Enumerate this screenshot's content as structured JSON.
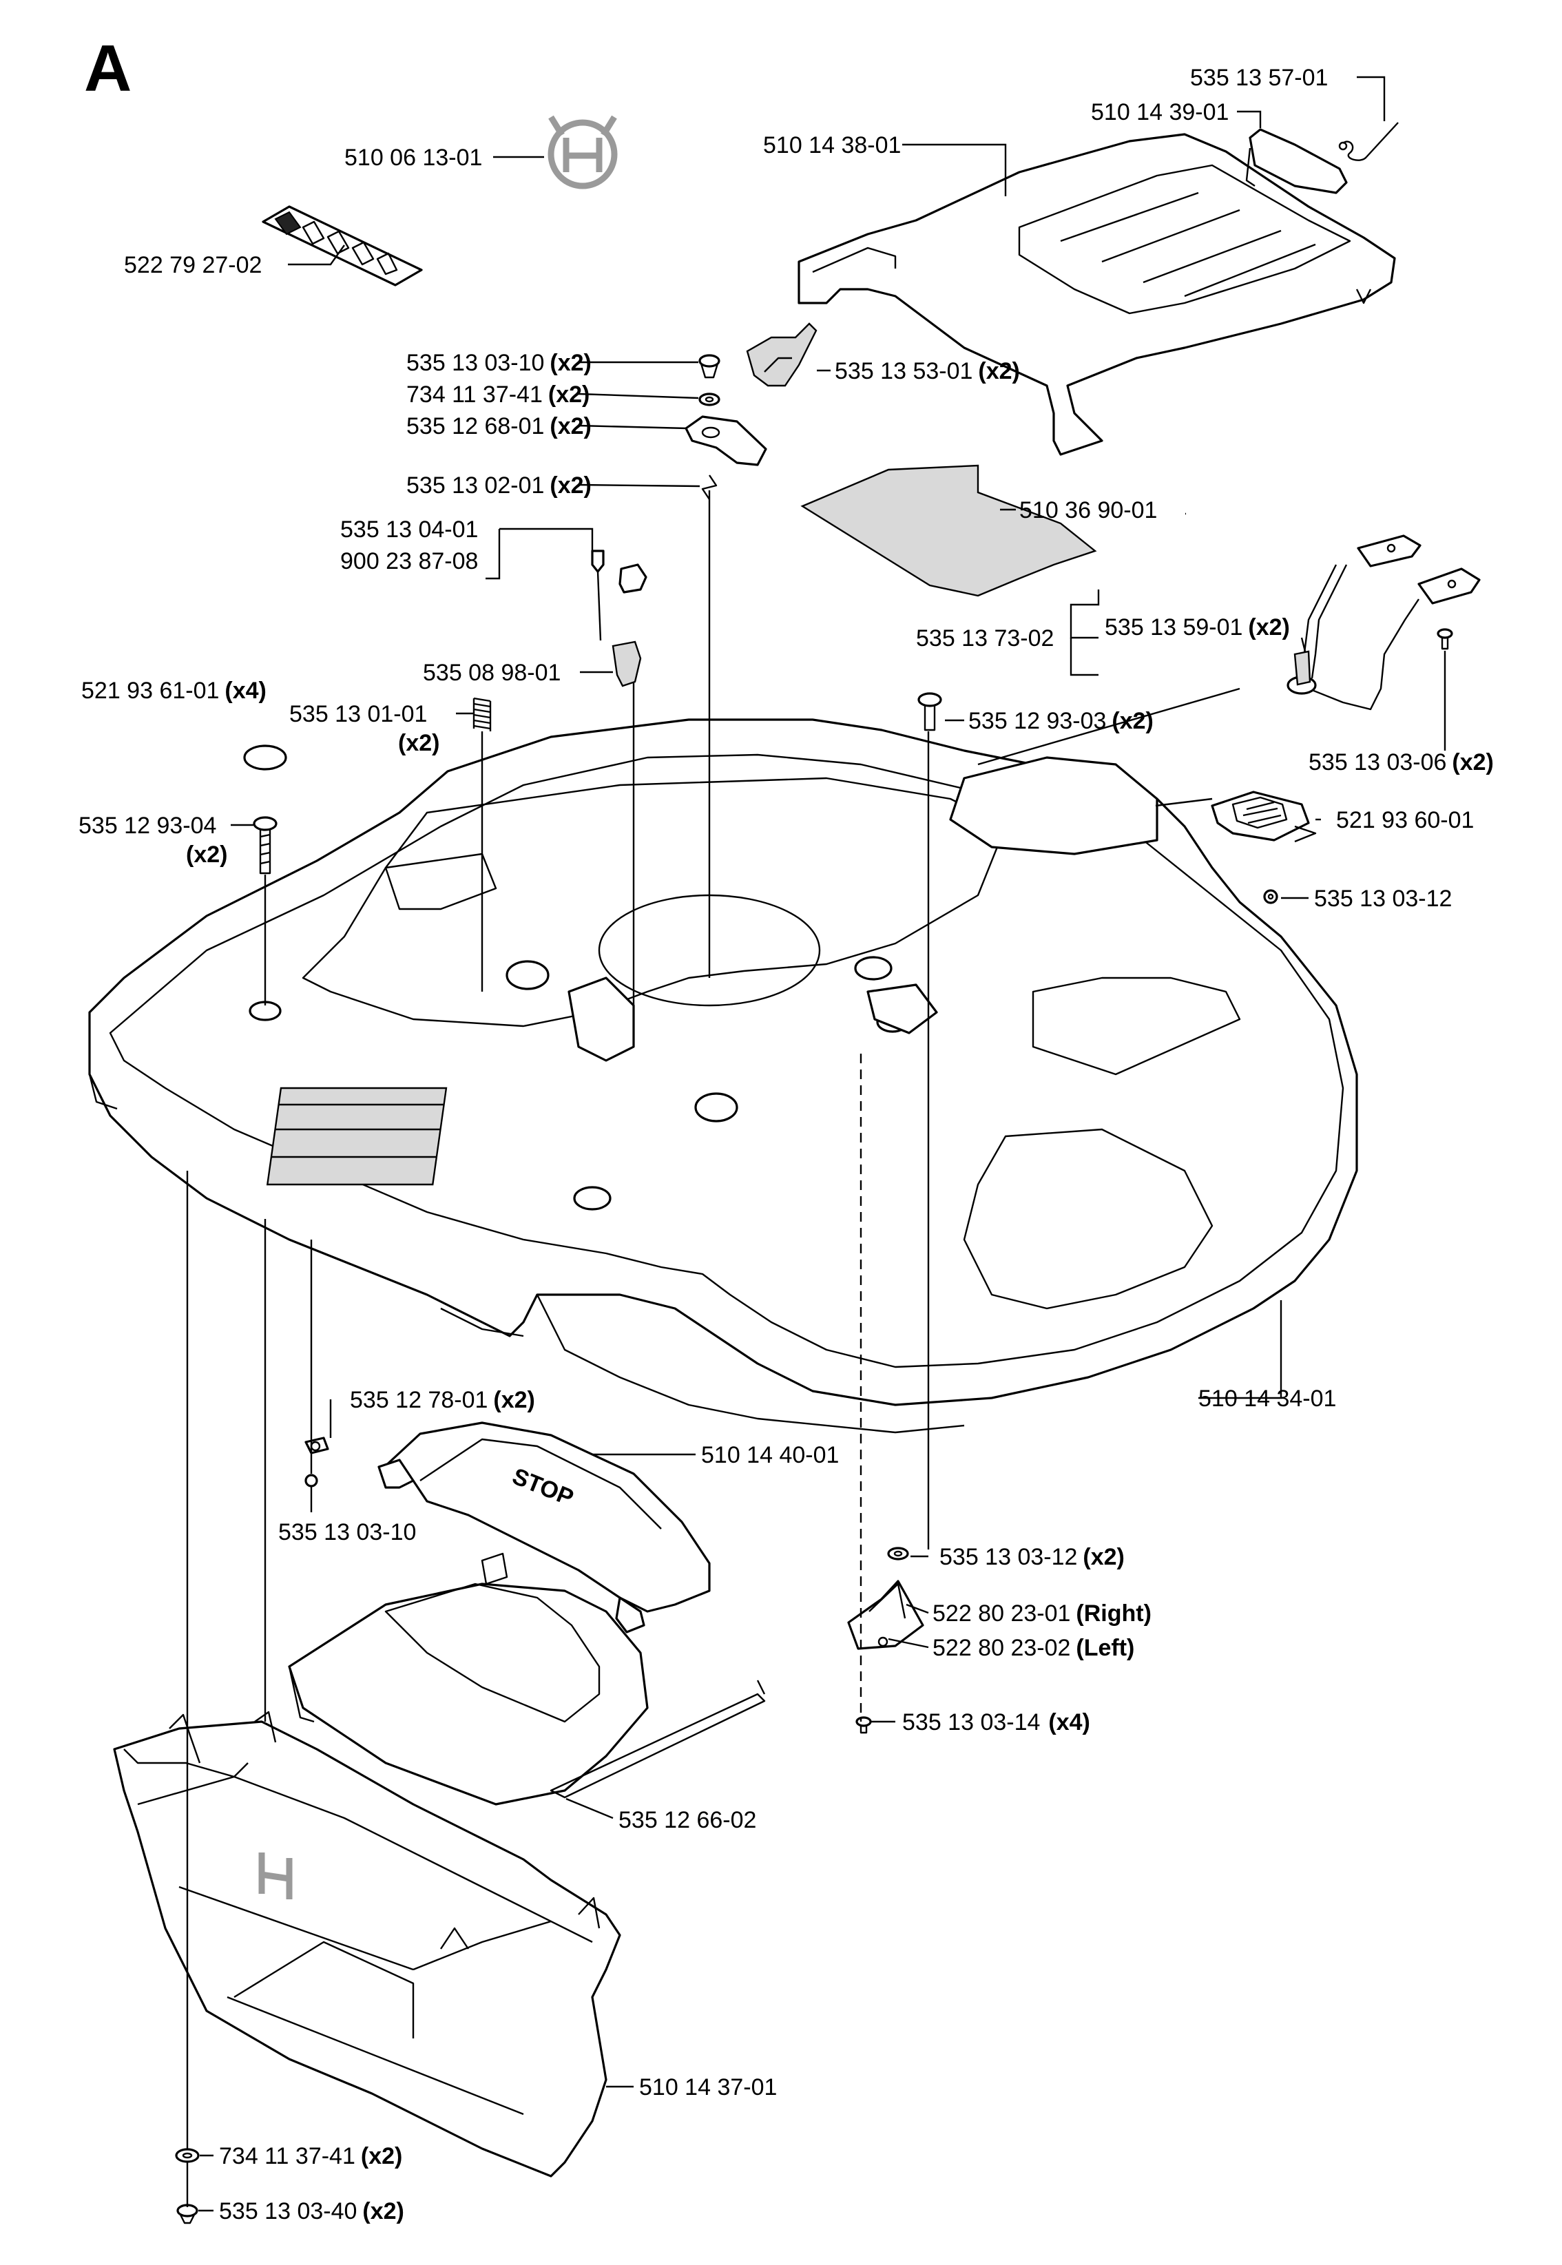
{
  "section": "A",
  "callouts": [
    {
      "id": "c1",
      "part": "535 13 57-01",
      "qty": ""
    },
    {
      "id": "c2",
      "part": "510 14 39-01",
      "qty": ""
    },
    {
      "id": "c3",
      "part": "510 14 38-01",
      "qty": ""
    },
    {
      "id": "c4",
      "part": "510 06 13-01",
      "qty": ""
    },
    {
      "id": "c5",
      "part": "522 79 27-02",
      "qty": ""
    },
    {
      "id": "c6",
      "part": "535 13 03-10",
      "qty": "(x2)"
    },
    {
      "id": "c7",
      "part": "734 11 37-41",
      "qty": "(x2)"
    },
    {
      "id": "c8",
      "part": "535 12 68-01",
      "qty": "(x2)"
    },
    {
      "id": "c9",
      "part": "535 13 53-01",
      "qty": "(x2)"
    },
    {
      "id": "c10",
      "part": "535 13 02-01",
      "qty": "(x2)"
    },
    {
      "id": "c11",
      "part": "510 36 90-01",
      "qty": ""
    },
    {
      "id": "c12",
      "part": "535 13 04-01",
      "qty": ""
    },
    {
      "id": "c13",
      "part": "900 23 87-08",
      "qty": ""
    },
    {
      "id": "c14",
      "part": "535 13 73-02",
      "qty": ""
    },
    {
      "id": "c15",
      "part": "535 13 59-01",
      "qty": "(x2)"
    },
    {
      "id": "c16",
      "part": "535 08 98-01",
      "qty": ""
    },
    {
      "id": "c17",
      "part": "521 93 61-01",
      "qty": "(x4)"
    },
    {
      "id": "c18",
      "part": "535 13 01-01",
      "qty": "(x2)"
    },
    {
      "id": "c19",
      "part": "535 12 93-03",
      "qty": "(x2)"
    },
    {
      "id": "c20",
      "part": "535 13 03-06",
      "qty": "(x2)"
    },
    {
      "id": "c21",
      "part": "535 12 93-04",
      "qty": "(x2)"
    },
    {
      "id": "c22",
      "part": "521 93 60-01",
      "qty": ""
    },
    {
      "id": "c23",
      "part": "535 13 03-12",
      "qty": ""
    },
    {
      "id": "c24",
      "part": "510 14 34-01",
      "qty": ""
    },
    {
      "id": "c25",
      "part": "535 12 78-01",
      "qty": "(x2)"
    },
    {
      "id": "c26",
      "part": "510 14 40-01",
      "qty": ""
    },
    {
      "id": "c27",
      "part": "535 13 03-10",
      "qty": ""
    },
    {
      "id": "c28",
      "part": "535 13 03-12",
      "qty": "(x2)"
    },
    {
      "id": "c29",
      "part": "522 80 23-01",
      "qty": "(Right)"
    },
    {
      "id": "c30",
      "part": "522 80 23-02",
      "qty": "(Left)"
    },
    {
      "id": "c31",
      "part": "535 13 03-14",
      "qty": "(x4)"
    },
    {
      "id": "c32",
      "part": "535 12 66-02",
      "qty": ""
    },
    {
      "id": "c33",
      "part": "510 14 37-01",
      "qty": ""
    },
    {
      "id": "c34",
      "part": "734 11 37-41",
      "qty": "(x2)"
    },
    {
      "id": "c35",
      "part": "535 13 03-40",
      "qty": "(x2)"
    }
  ],
  "stop_button_text": "STOP"
}
